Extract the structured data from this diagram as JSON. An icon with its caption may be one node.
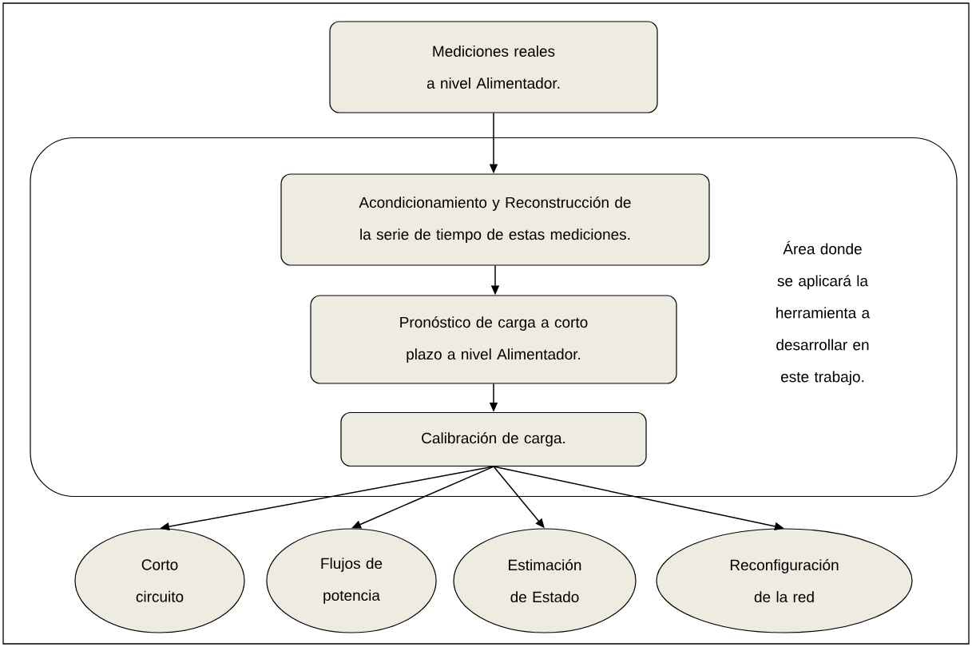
{
  "diagram": {
    "nodes": [
      {
        "text": [
          "Mediciones reales a nivel Alimentador."
        ]
      },
      {
        "text": [
          "Área donde se aplicará la herramienta a desarrollar en este trabajo."
        ]
      },
      {
        "text": [
          "Acondicionamiento y Reconstrucción de la serie de tiempo de estas mediciones."
        ],
        "in": 1
      },
      {
        "text": [
          "Pronóstico de carga a corto plazo a nivel Alimentador."
        ],
        "in": 1
      },
      {
        "text": [
          "Calibración de carga."
        ],
        "in": 1
      },
      {
        "text": [
          "Corto circuito"
        ]
      },
      {
        "text": [
          "Flujos de potencia"
        ]
      },
      {
        "text": [
          "Estimación de Estado"
        ]
      },
      {
        "text": [
          "Reconfiguración de la red"
        ]
      }
    ],
    "edges": [
      {
        "from": 0,
        "to": 2,
        "arrow": "to"
      },
      {
        "from": 2,
        "to": 3,
        "arrow": "to"
      },
      {
        "from": 3,
        "to": 4,
        "arrow": "to"
      },
      {
        "from": 4,
        "to": 5,
        "arrow": "to"
      },
      {
        "from": 4,
        "to": 6,
        "arrow": "to"
      },
      {
        "from": 4,
        "to": 7,
        "arrow": "to"
      },
      {
        "from": 4,
        "to": 8,
        "arrow": "to"
      }
    ]
  }
}
